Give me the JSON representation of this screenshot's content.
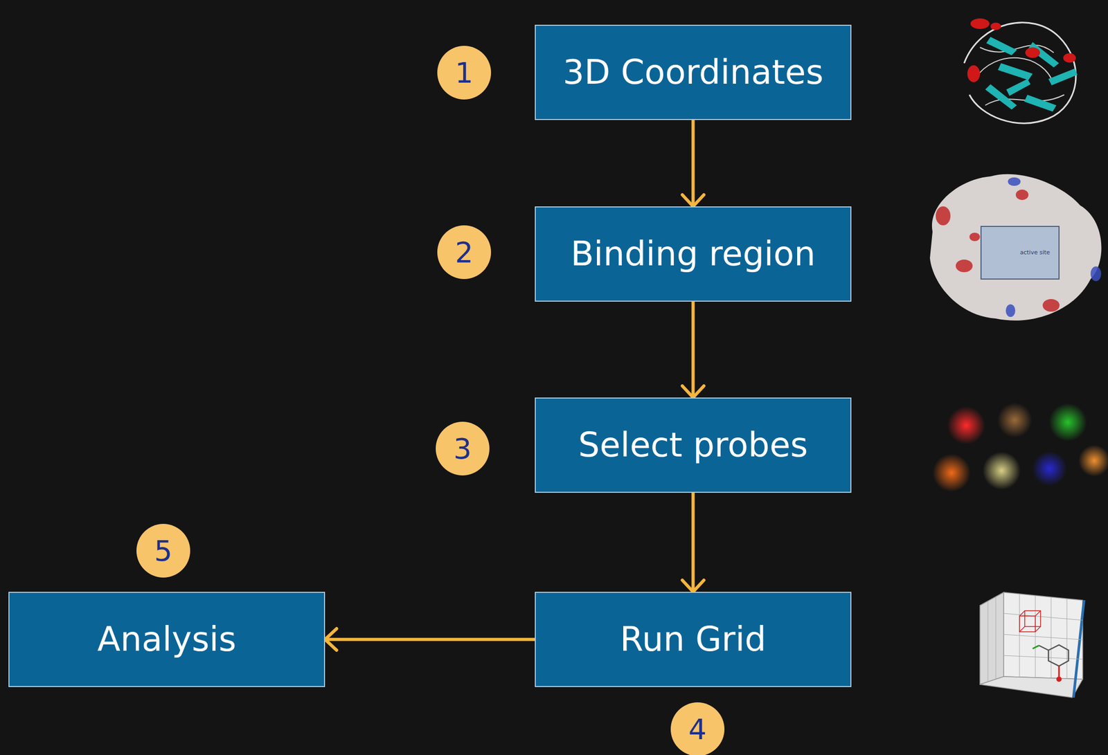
{
  "diagram": {
    "nodes": [
      {
        "text": [
          "3D Coordinates"
        ]
      },
      {
        "text": [
          "Binding region"
        ]
      },
      {
        "text": [
          "Select probes"
        ]
      },
      {
        "text": [
          "Run Grid"
        ]
      },
      {
        "text": [
          "Analysis"
        ]
      }
    ],
    "edges": [
      {
        "from": 0,
        "to": 1,
        "arrow": "to"
      },
      {
        "from": 1,
        "to": 2,
        "arrow": "to"
      },
      {
        "from": 2,
        "to": 3,
        "arrow": "to"
      },
      {
        "from": 3,
        "to": 4,
        "arrow": "to"
      }
    ],
    "labels": [
      "1",
      "2",
      "3",
      "5",
      "4",
      "active site"
    ]
  }
}
